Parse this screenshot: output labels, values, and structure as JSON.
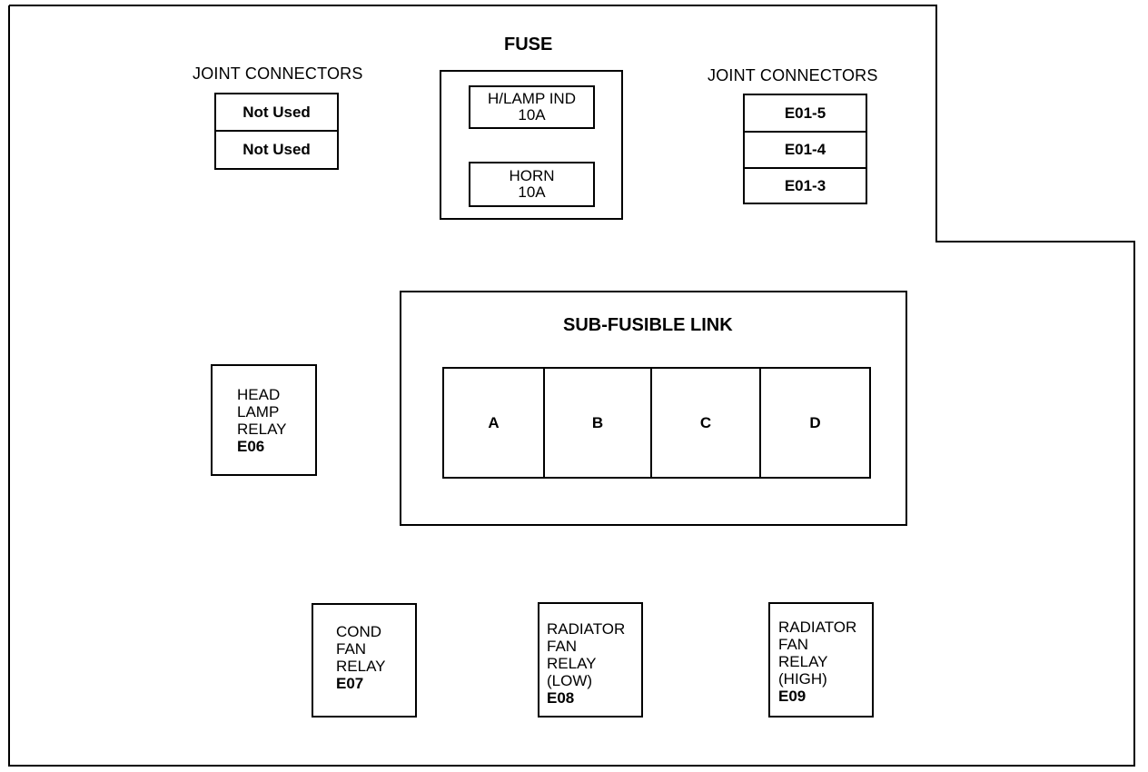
{
  "left_joint": {
    "title": "JOINT CONNECTORS",
    "slots": [
      "Not Used",
      "Not Used"
    ]
  },
  "fuse": {
    "title": "FUSE",
    "items": [
      {
        "name": "H/LAMP IND",
        "rating": "10A"
      },
      {
        "name": "HORN",
        "rating": "10A"
      }
    ]
  },
  "right_joint": {
    "title": "JOINT CONNECTORS",
    "slots": [
      "E01-5",
      "E01-4",
      "E01-3"
    ]
  },
  "sub_fusible_link": {
    "title": "SUB-FUSIBLE LINK",
    "cells": [
      "A",
      "B",
      "C",
      "D"
    ]
  },
  "relays": {
    "head_lamp": {
      "lines": [
        "HEAD",
        "LAMP",
        "RELAY"
      ],
      "code": "E06"
    },
    "cond_fan": {
      "lines": [
        "COND",
        "FAN",
        "RELAY"
      ],
      "code": "E07"
    },
    "rad_fan_low": {
      "lines": [
        "RADIATOR",
        "FAN",
        "RELAY",
        "(LOW)"
      ],
      "code": "E08"
    },
    "rad_fan_high": {
      "lines": [
        "RADIATOR",
        "FAN",
        "RELAY",
        "(HIGH)"
      ],
      "code": "E09"
    }
  }
}
